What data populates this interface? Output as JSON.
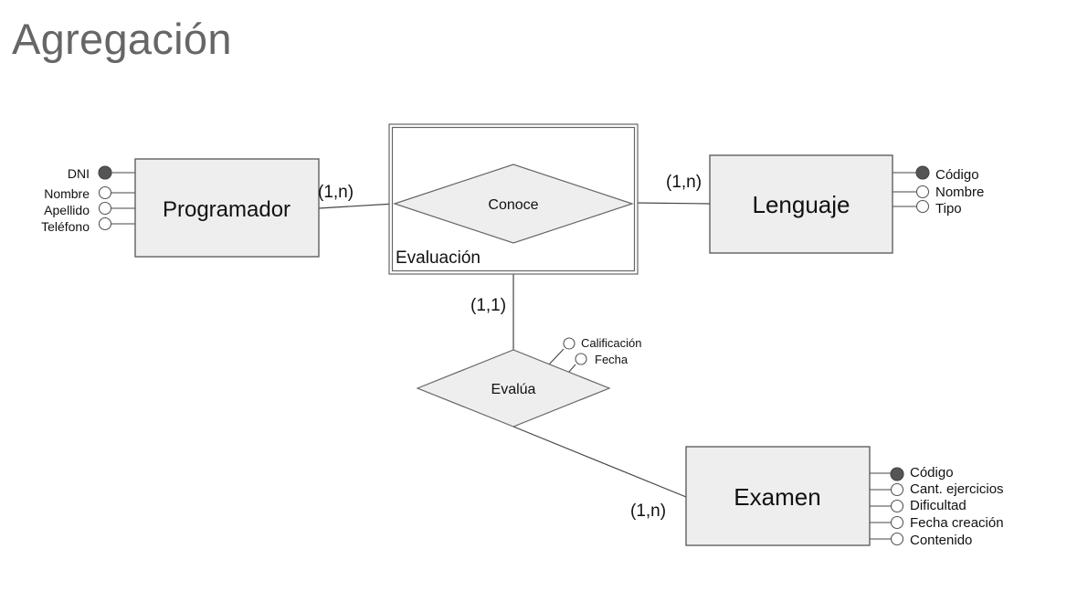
{
  "title": "Agregación",
  "aggregation": {
    "label": "Evaluación"
  },
  "relationships": {
    "conoce": {
      "label": "Conoce"
    },
    "evalua": {
      "label": "Evalúa",
      "attributes": [
        "Calificación",
        "Fecha"
      ]
    }
  },
  "entities": {
    "programador": {
      "label": "Programador",
      "key": "DNI",
      "attributes": [
        "Nombre",
        "Apellido",
        "Teléfono"
      ]
    },
    "lenguaje": {
      "label": "Lenguaje",
      "key": "Código",
      "attributes": [
        "Nombre",
        "Tipo"
      ]
    },
    "examen": {
      "label": "Examen",
      "key": "Código",
      "attributes": [
        "Cant. ejercicios",
        "Dificultad",
        "Fecha creación",
        "Contenido"
      ]
    }
  },
  "cardinalities": {
    "programador_conoce": "(1,n)",
    "conoce_lenguaje": "(1,n)",
    "evaluacion_evalua": "(1,1)",
    "evalua_examen": "(1,n)"
  },
  "colors": {
    "title": "#666666",
    "shape_fill": "#eeeeee",
    "key_attribute": "#555555",
    "lines": "#444444"
  }
}
